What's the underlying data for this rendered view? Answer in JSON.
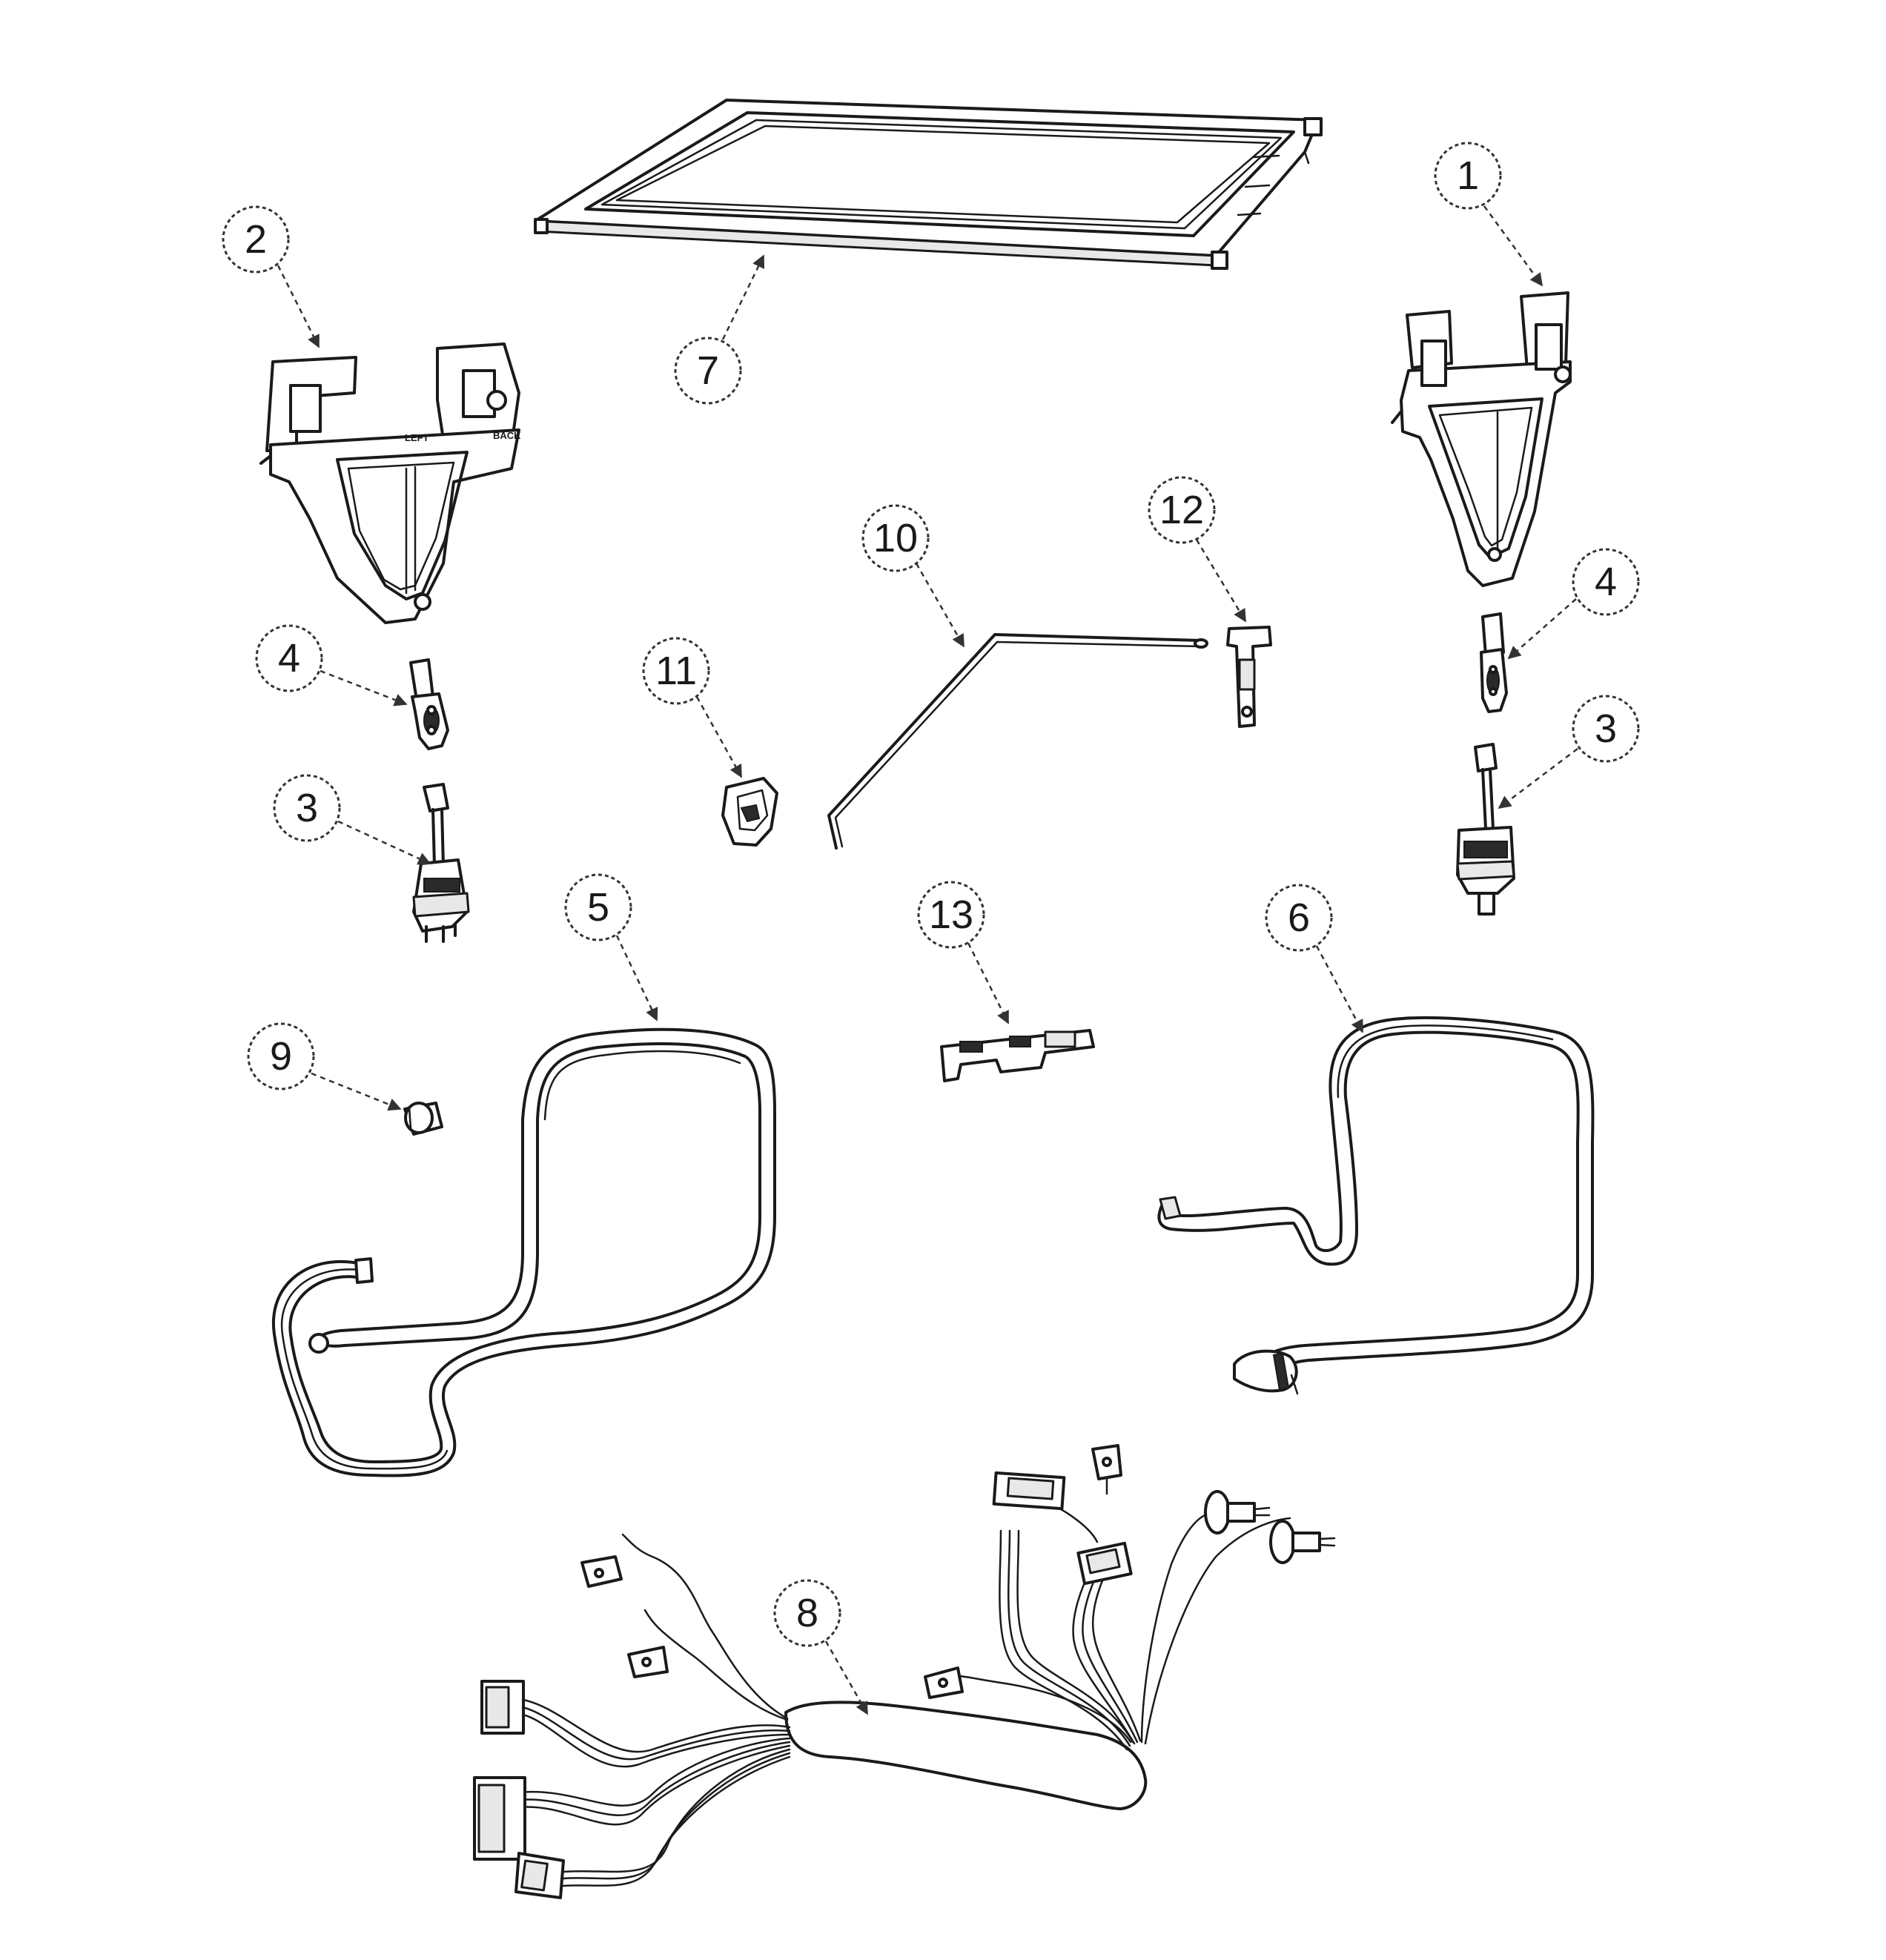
{
  "callouts": {
    "c1": "1",
    "c2": "2",
    "c3_left": "3",
    "c3_right": "3",
    "c4_left": "4",
    "c4_right": "4",
    "c5": "5",
    "c6": "6",
    "c7": "7",
    "c8": "8",
    "c9": "9",
    "c10": "10",
    "c11": "11",
    "c12": "12",
    "c13": "13"
  },
  "bracket_markings": {
    "left": "LEFT",
    "back": "BACK"
  }
}
